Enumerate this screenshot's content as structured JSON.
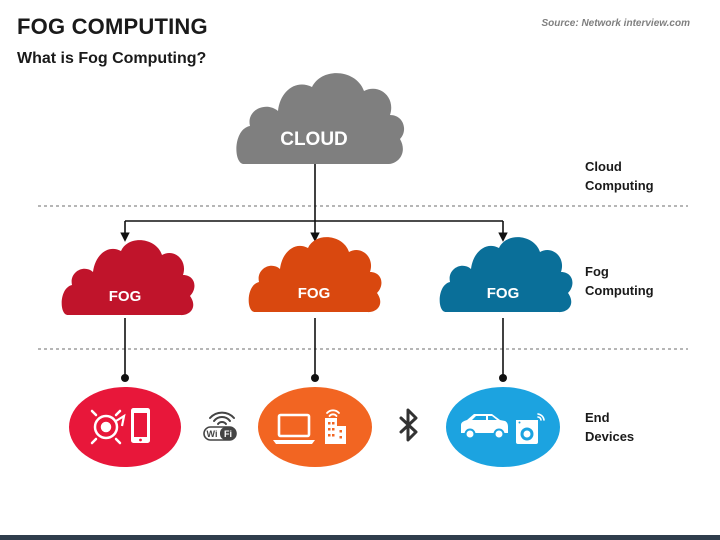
{
  "header": {
    "title": "FOG COMPUTING",
    "subtitle": "What is Fog Computing?",
    "source": "Source: Network interview.com"
  },
  "cloud": {
    "label": "CLOUD",
    "color": "#7f7f7f"
  },
  "fog_nodes": [
    {
      "label": "FOG",
      "color": "#c0142b"
    },
    {
      "label": "FOG",
      "color": "#d9480f"
    },
    {
      "label": "FOG",
      "color": "#0a6f99"
    }
  ],
  "devices": [
    {
      "icons": [
        "robot-arm-icon",
        "smartphone-icon"
      ],
      "color": "#e8173a"
    },
    {
      "icons": [
        "laptop-icon",
        "smart-building-icon"
      ],
      "color": "#f26522"
    },
    {
      "icons": [
        "car-icon",
        "washing-machine-icon"
      ],
      "color": "#1ca3e0"
    }
  ],
  "connectors": [
    {
      "icon": "wifi-icon",
      "label": "WiFi"
    },
    {
      "icon": "bluetooth-icon"
    }
  ],
  "layers": [
    {
      "line1": "Cloud",
      "line2": "Computing"
    },
    {
      "line1": "Fog",
      "line2": "Computing"
    },
    {
      "line1": "End",
      "line2": "Devices"
    }
  ]
}
